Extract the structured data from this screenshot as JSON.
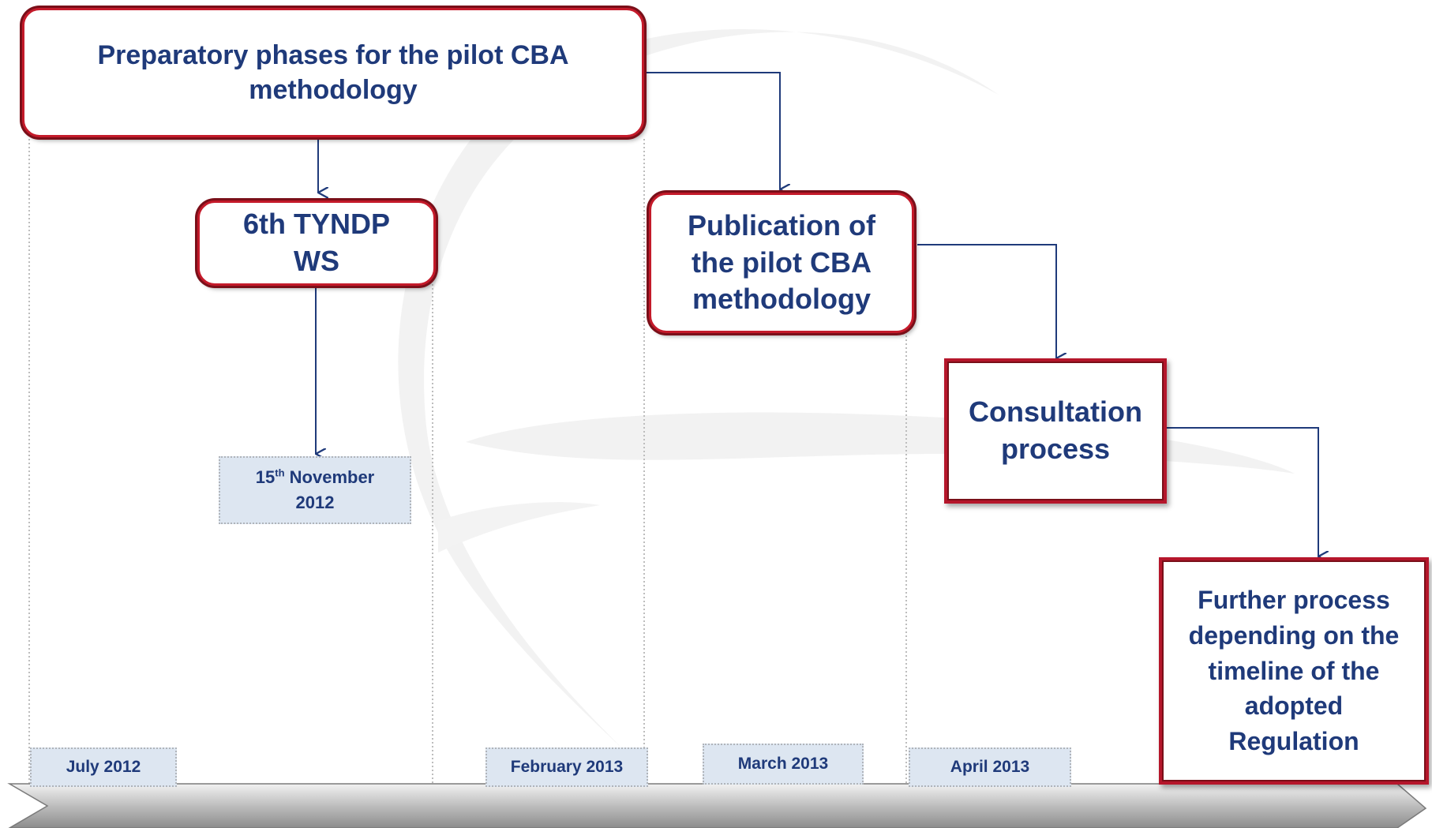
{
  "boxes": {
    "preparatory": "Preparatory phases for the pilot CBA methodology",
    "tyndp_line1": "6th TYNDP",
    "tyndp_line2": "WS",
    "publication_line1": "Publication of",
    "publication_line2": "the pilot CBA",
    "publication_line3": "methodology",
    "consultation_line1": "Consultation",
    "consultation_line2": "process",
    "further_line1": "Further process",
    "further_line2": "depending on the",
    "further_line3": "timeline of the",
    "further_line4": "adopted",
    "further_line5": "Regulation"
  },
  "milestone": {
    "day": "15",
    "ordinal": "th",
    "month": "November",
    "year": "2012"
  },
  "timeline": {
    "dates": [
      "July 2012",
      "February 2013",
      "March 2013",
      "April 2013"
    ]
  },
  "colors": {
    "text": "#1f3a7a",
    "border_red": "#c41a2a",
    "border_dark": "#7a0f19",
    "connector": "#1f3a7a",
    "date_bg": "#dde6f1"
  }
}
